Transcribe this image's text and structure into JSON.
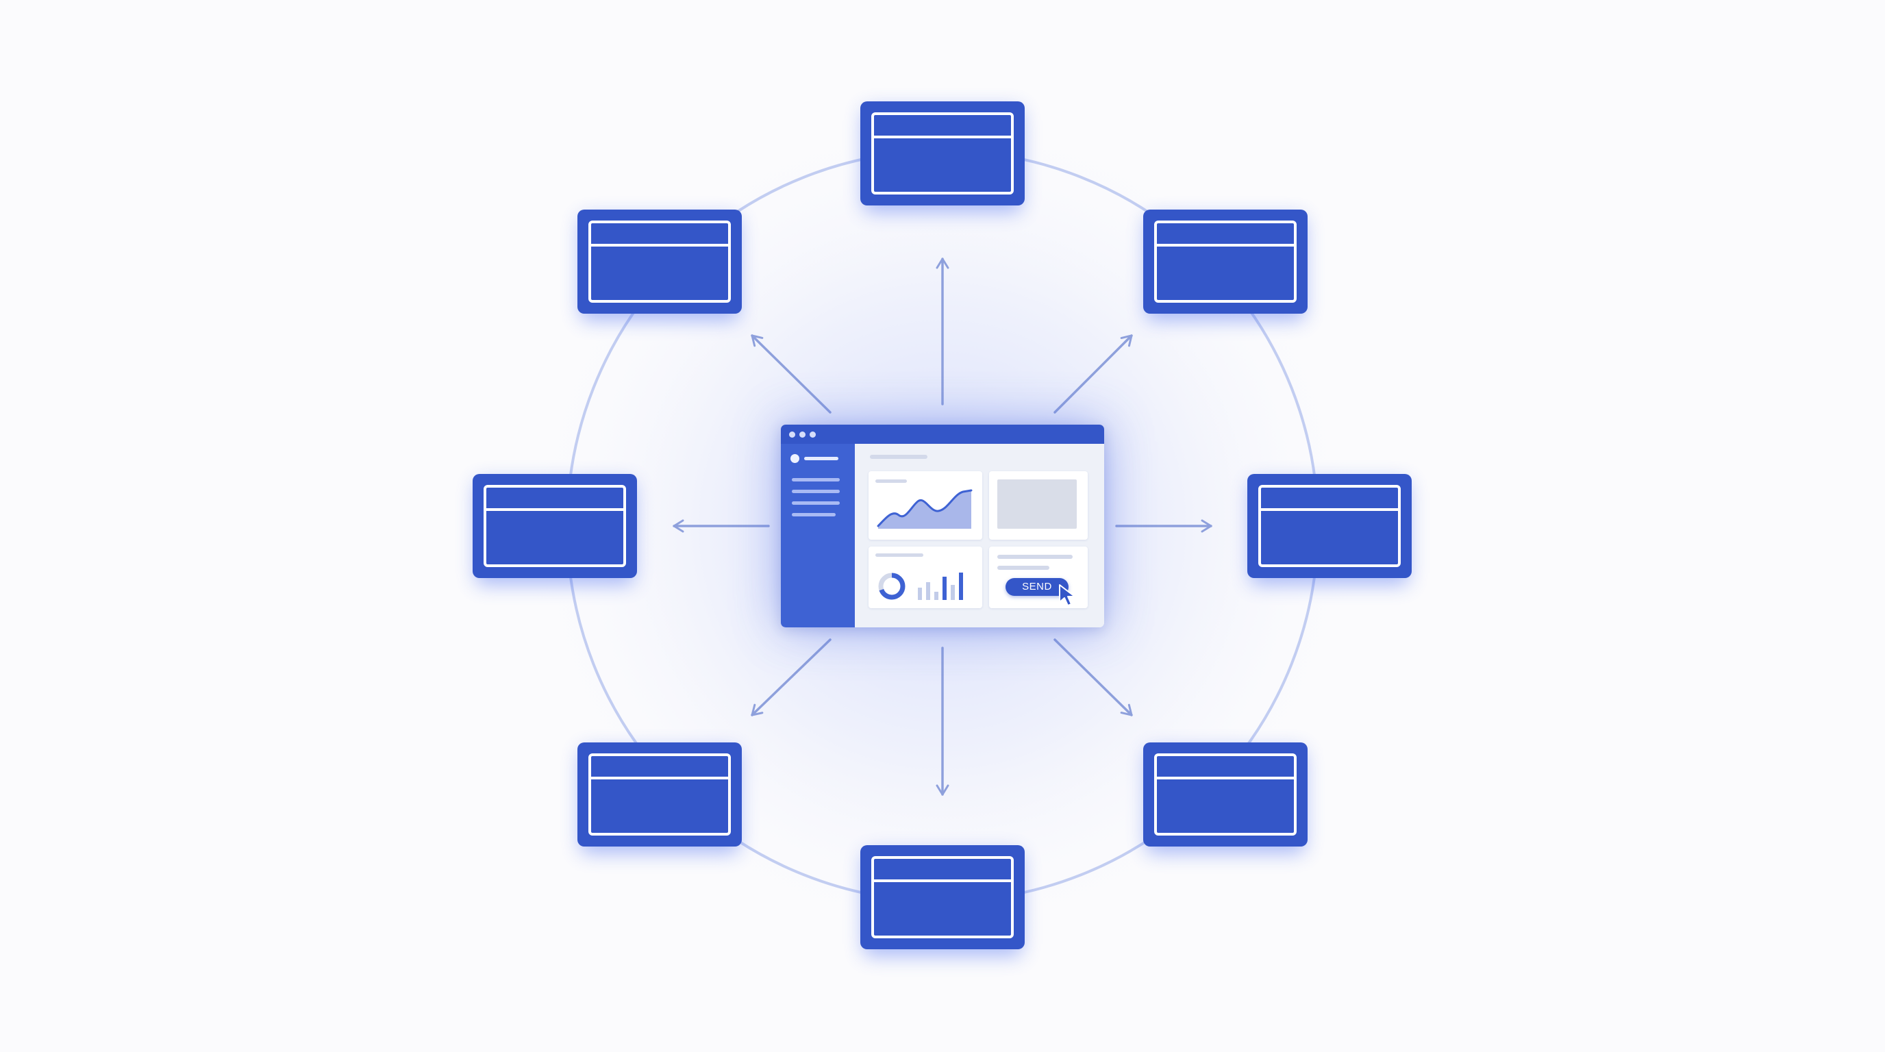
{
  "diagram": {
    "hub": {
      "window_controls": [
        "dot",
        "dot",
        "dot"
      ],
      "send_label": "SEND",
      "cursor_icon": "cursor-arrow-icon"
    },
    "node_count": 8,
    "node_icon": "window-card-icon",
    "connector_icon": "arrow-icon",
    "colors": {
      "node_fill": "#3456c8",
      "node_border": "#ffffff",
      "ring": "#c2cdf1",
      "arrow": "#8ea0dc",
      "glow": "#4a6cf0",
      "background": "#fbfbfd"
    }
  }
}
